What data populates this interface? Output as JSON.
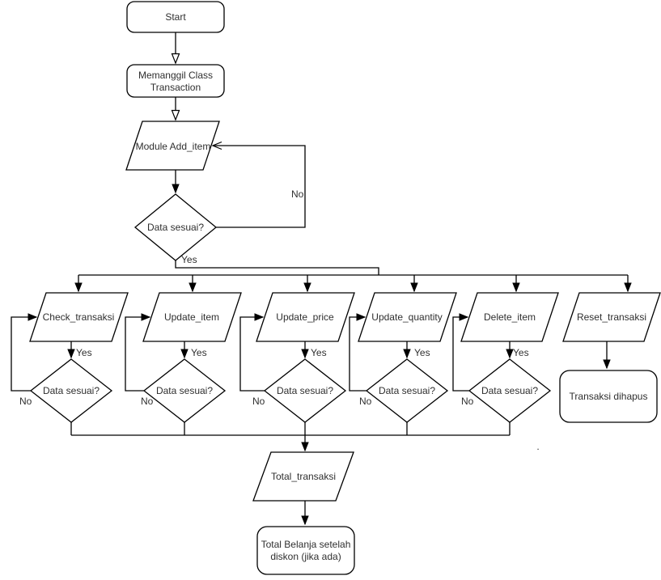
{
  "diagram": {
    "background_color": "#ffffff",
    "stroke_color": "#000000",
    "shape_fill_color": "#ffffff",
    "text_color": "#2f2f2f",
    "nodes": {
      "start": {
        "type": "terminator",
        "label": "Start"
      },
      "call_class": {
        "type": "terminator",
        "line1": "Memanggil Class",
        "line2": "Transaction"
      },
      "module_add_item": {
        "type": "io-parallelogram",
        "label": "Module Add_item"
      },
      "decision_add": {
        "type": "decision",
        "label": "Data sesuai?"
      },
      "check_transaksi": {
        "type": "io-parallelogram",
        "label": "Check_transaksi"
      },
      "update_item": {
        "type": "io-parallelogram",
        "label": "Update_item"
      },
      "update_price": {
        "type": "io-parallelogram",
        "label": "Update_price"
      },
      "update_quantity": {
        "type": "io-parallelogram",
        "label": "Update_quantity"
      },
      "delete_item": {
        "type": "io-parallelogram",
        "label": "Delete_item"
      },
      "reset_transaksi": {
        "type": "io-parallelogram",
        "label": "Reset_transaksi"
      },
      "decision_check": {
        "type": "decision",
        "label": "Data sesuai?"
      },
      "decision_update_item": {
        "type": "decision",
        "label": "Data sesuai?"
      },
      "decision_update_price": {
        "type": "decision",
        "label": "Data sesuai?"
      },
      "decision_update_quantity": {
        "type": "decision",
        "label": "Data sesuai?"
      },
      "decision_delete_item": {
        "type": "decision",
        "label": "Data sesuai?"
      },
      "transaksi_dihapus": {
        "type": "terminator",
        "label": "Transaksi dihapus"
      },
      "total_transaksi": {
        "type": "io-parallelogram",
        "label": "Total_transaksi"
      },
      "total_belanja": {
        "type": "terminator",
        "line1": "Total Belanja setelah",
        "line2": "diskon (jika ada)"
      }
    },
    "edge_labels": {
      "add_no": "No",
      "add_yes": "Yes",
      "check_yes": "Yes",
      "check_no": "No",
      "update_item_yes": "Yes",
      "update_item_no": "No",
      "update_price_yes": "Yes",
      "update_price_no": "No",
      "update_quantity_yes": "Yes",
      "update_quantity_no": "No",
      "delete_item_yes": "Yes",
      "delete_item_no": "No"
    },
    "stray_dot": "."
  }
}
